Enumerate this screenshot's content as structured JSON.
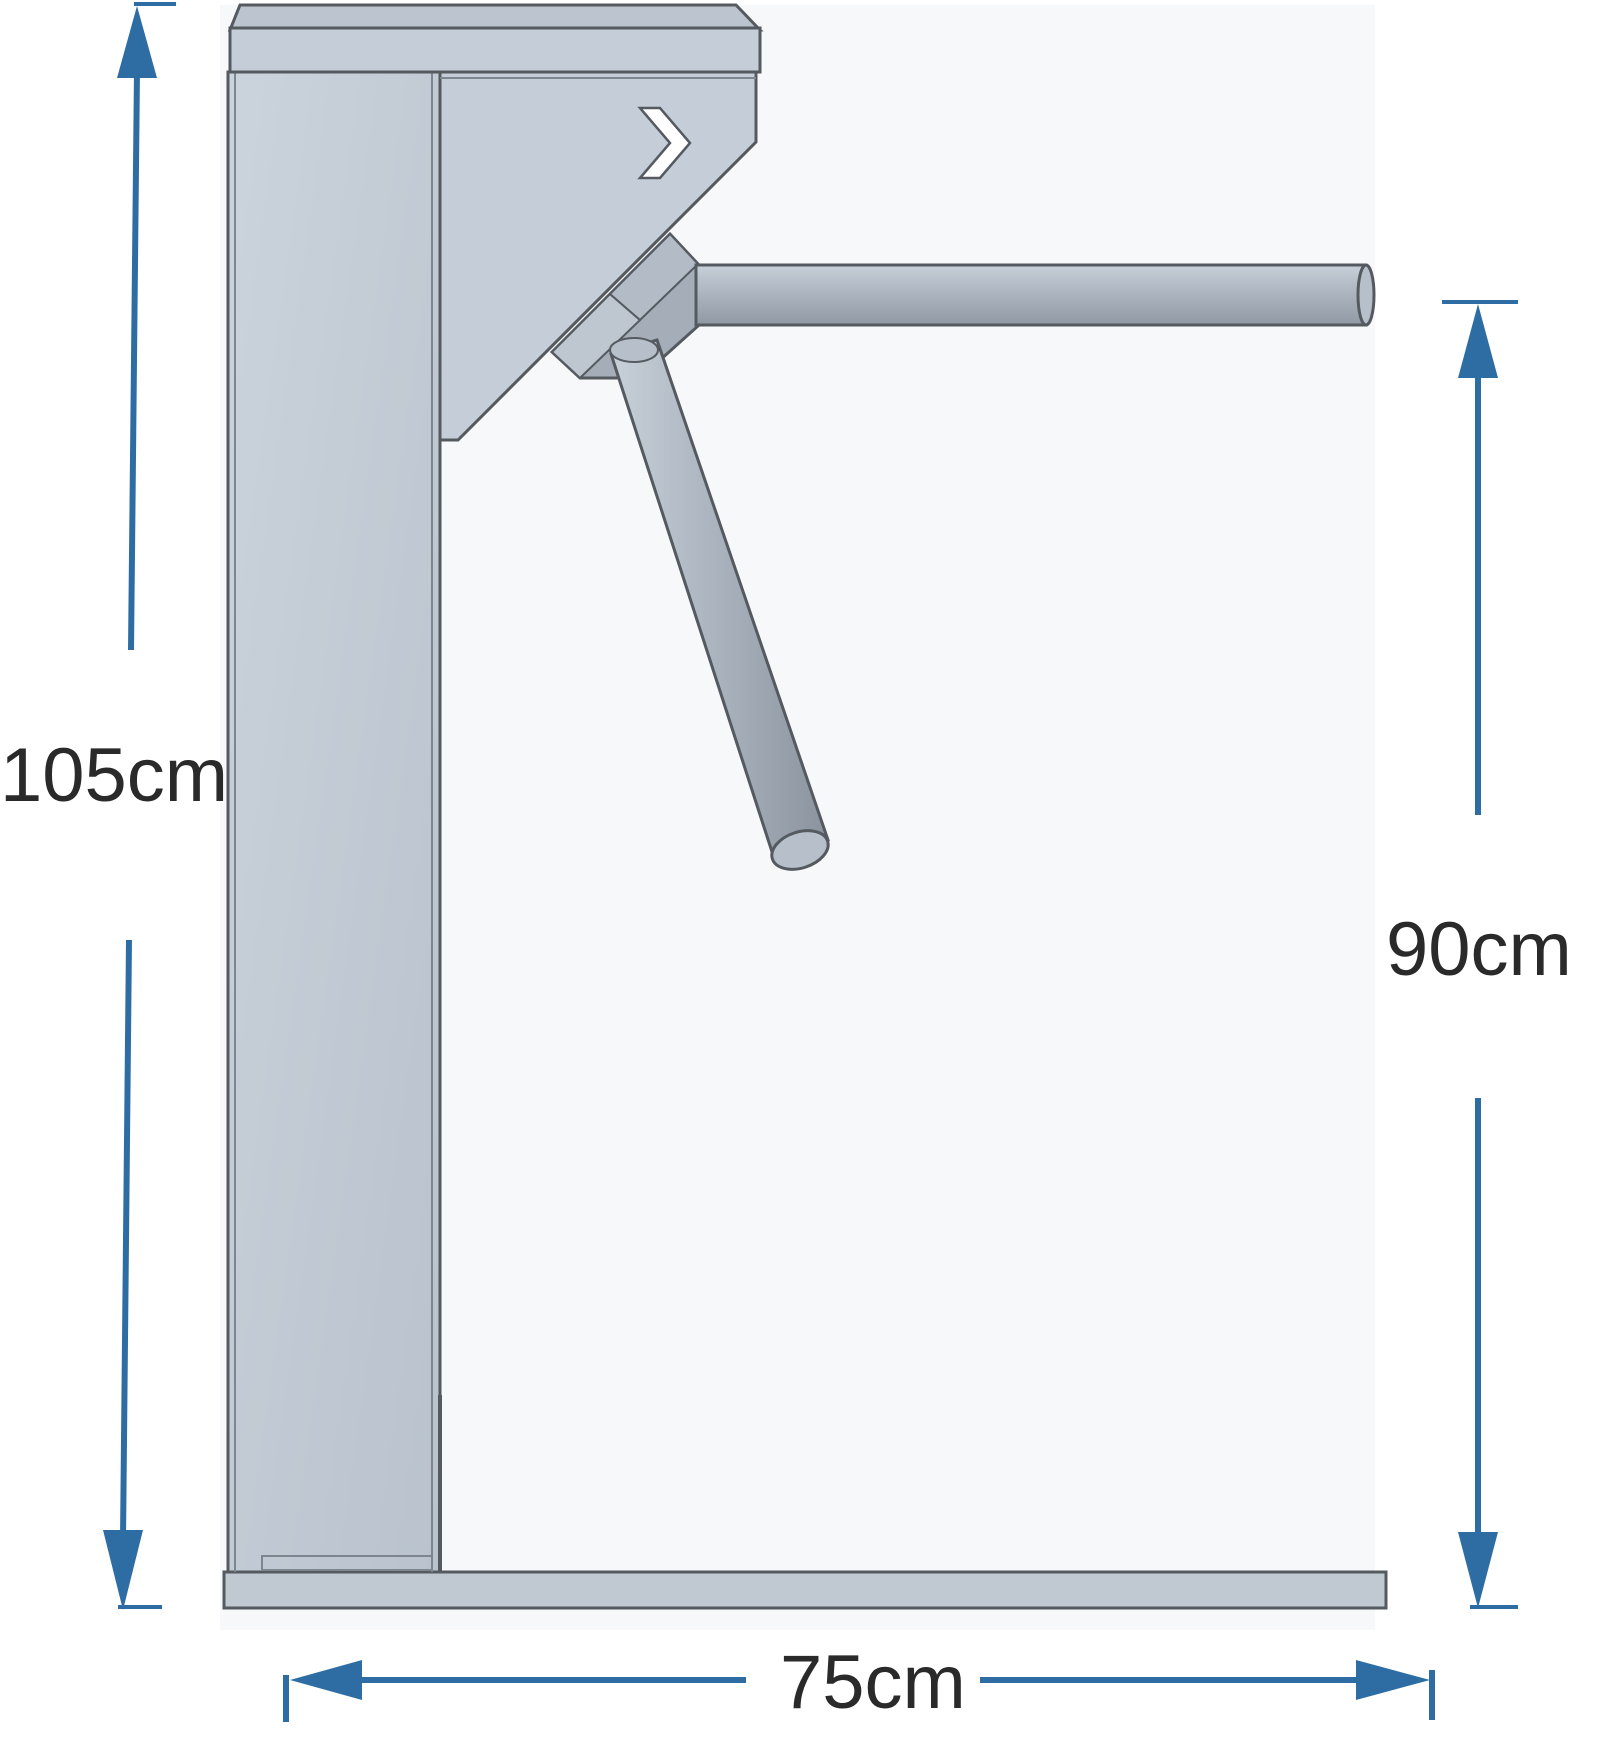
{
  "dimensions": {
    "total_height": "105cm",
    "arm_height": "90cm",
    "width": "75cm"
  },
  "colors": {
    "dimension_line": "#2e6da4",
    "body_light": "#c5ced8",
    "body_shadow": "#b8c1cc",
    "outline": "#555a60",
    "arm": "#a9b2bd",
    "background_panel": "#f6f8f9"
  },
  "icons": {
    "direction_indicator": "chevron-right-icon"
  }
}
